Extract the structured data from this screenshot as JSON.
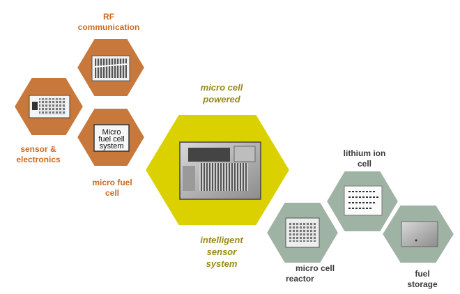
{
  "colors": {
    "orange_hex": "#c8783a",
    "yellow_hex": "#dcd100",
    "sage_hex": "#9fb3a5"
  },
  "labels": {
    "rf": [
      "RF",
      "communication"
    ],
    "sensor": [
      "sensor &",
      "electronics"
    ],
    "micro_fuel_cell": [
      "micro fuel",
      "cell"
    ],
    "micro_cell_powered": [
      "micro cell",
      "powered"
    ],
    "intelligent": [
      "intelligent",
      "sensor",
      "system"
    ],
    "lithium": [
      "lithium ion",
      "cell"
    ],
    "reactor": [
      "micro cell",
      "reactor"
    ],
    "fuel_storage": [
      "fuel",
      "storage"
    ]
  },
  "image_text": {
    "micro_fuel_cell_photo": [
      "Micro",
      "fuel cell",
      "system"
    ]
  }
}
